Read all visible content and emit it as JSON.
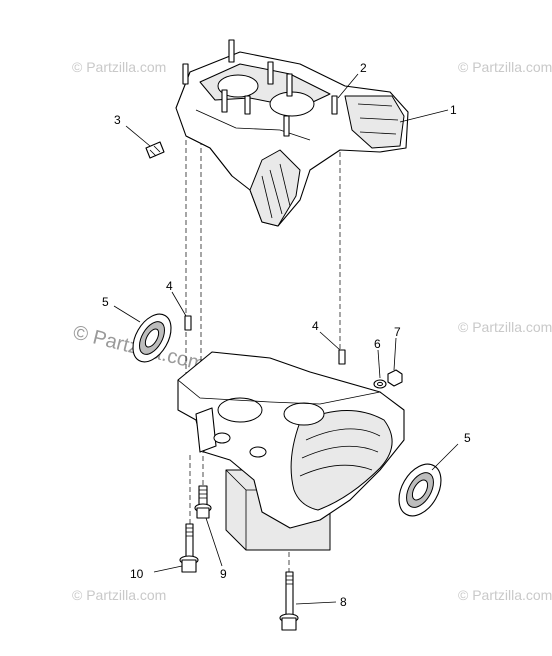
{
  "watermark": {
    "text": "© Partzilla.com",
    "prominent_text": "© Partzilla.com"
  },
  "callouts": [
    {
      "id": "callout-1-crankcase-upper",
      "label": "1"
    },
    {
      "id": "callout-2-stud",
      "label": "2"
    },
    {
      "id": "callout-3-dowel-pin",
      "label": "3"
    },
    {
      "id": "callout-4-pin-left",
      "label": "4"
    },
    {
      "id": "callout-4-pin-right",
      "label": "4"
    },
    {
      "id": "callout-5-oil-seal-left",
      "label": "5"
    },
    {
      "id": "callout-5-oil-seal-right",
      "label": "5"
    },
    {
      "id": "callout-6-washer",
      "label": "6"
    },
    {
      "id": "callout-7-nut",
      "label": "7"
    },
    {
      "id": "callout-8-long-bolt",
      "label": "8"
    },
    {
      "id": "callout-9-washer-bolt",
      "label": "9"
    },
    {
      "id": "callout-10-bolt",
      "label": "10"
    }
  ]
}
